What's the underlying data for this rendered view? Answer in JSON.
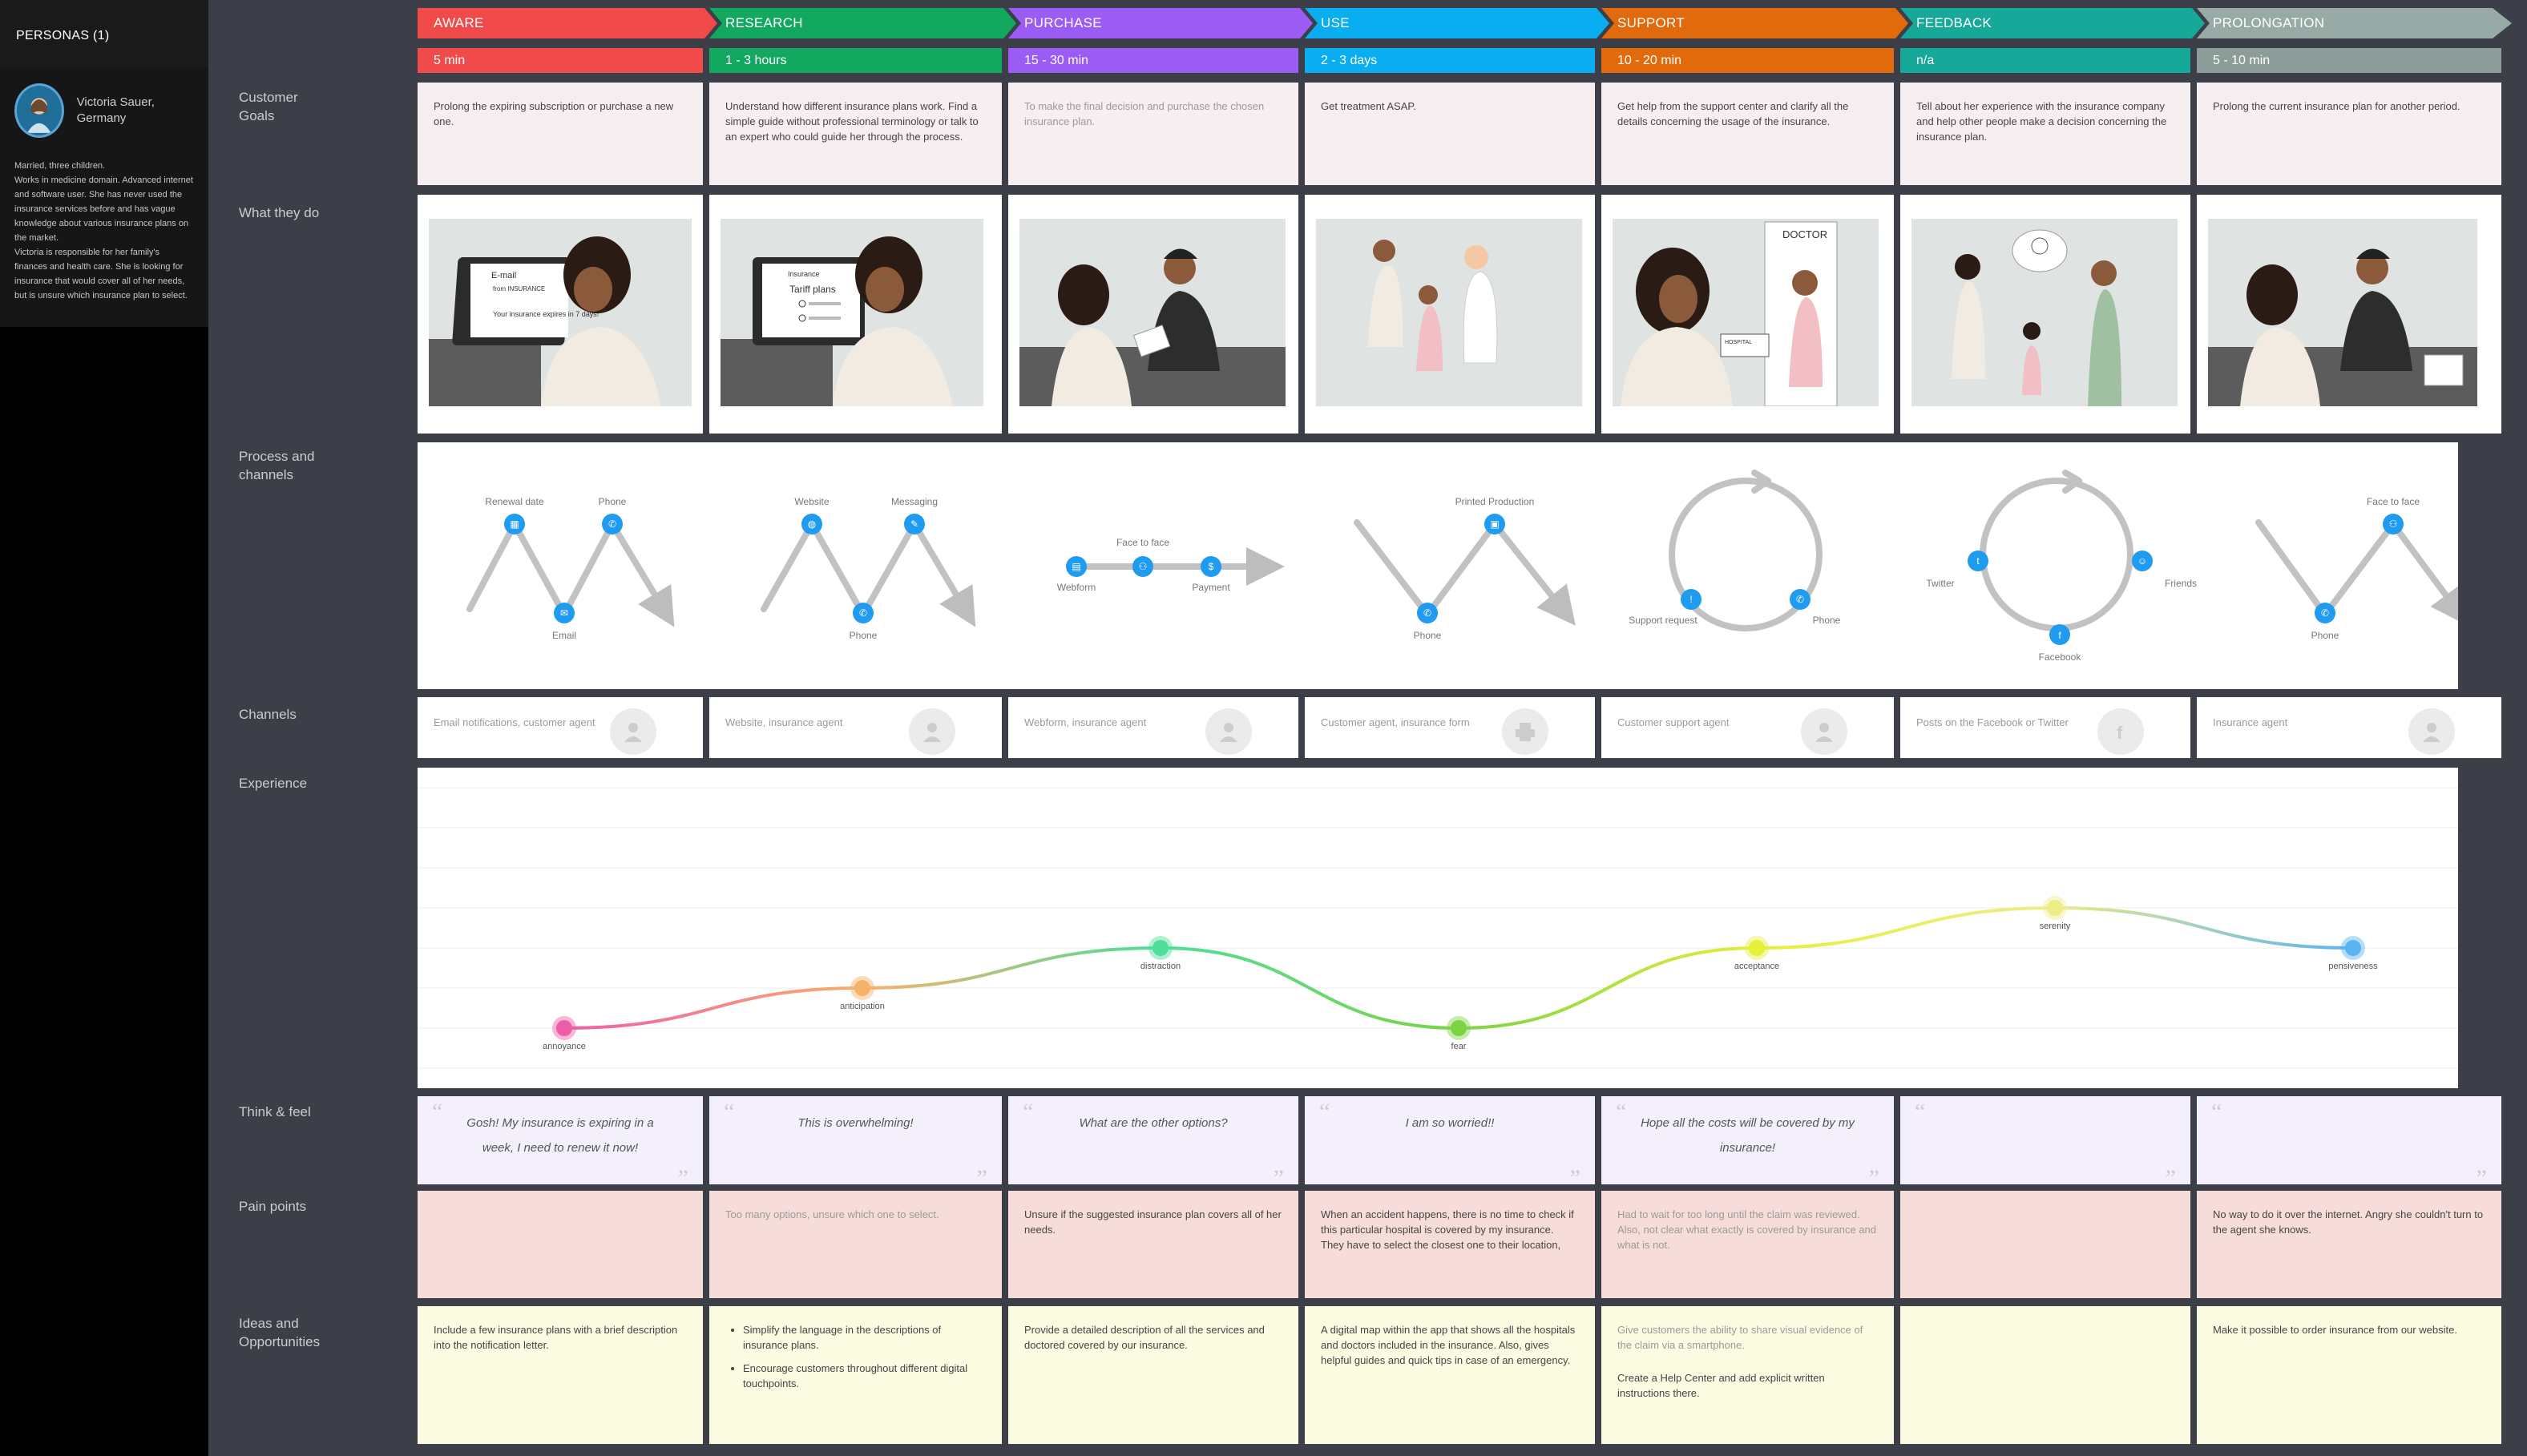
{
  "sidebar": {
    "title": "PERSONAS (1)",
    "persona_name": "Victoria Sauer, Germany",
    "persona_desc": "Married, three children.\nWorks in medicine domain. Advanced internet and software user. She has never used the insurance services before and has vague knowledge about various insurance plans on the market.\nVictoria is responsible for her family's finances and health care. She is looking for insurance that would cover all of her needs, but is unsure which insurance plan to select."
  },
  "row_labels": {
    "goals": "Customer\nGoals",
    "do": "What they do",
    "process": "Process and\nchannels",
    "channels": "Channels",
    "experience": "Experience",
    "think": "Think & feel",
    "pain": "Pain points",
    "ideas": "Ideas and\nOpportunities"
  },
  "stages": [
    {
      "name": "AWARE",
      "duration": "5 min",
      "color": "#f04a4a",
      "dur_color": "#f04a4a",
      "goal": "Prolong the expiring subscription or purchase a new one.",
      "channels": "Email notifications, customer agent",
      "channel_icon": "user-icon",
      "think": "Gosh! My insurance is expiring in a week, I need to renew it now!",
      "pain": "",
      "ideas_p": [
        "Include a few insurance plans with a brief description into the notification letter."
      ]
    },
    {
      "name": "RESEARCH",
      "duration": "1 - 3 hours",
      "color": "#13a85f",
      "dur_color": "#13a85f",
      "goal": "Understand how different insurance plans work. Find a simple guide without professional terminology or talk to an expert who could guide her through the process.",
      "channels": "Website, insurance agent",
      "channel_icon": "user-icon",
      "think": "This is overwhelming!",
      "pain": "Too many options, unsure which one to select.",
      "ideas_li": [
        "Simplify the language in the descriptions of insurance plans.",
        "Encourage customers throughout different digital touchpoints."
      ]
    },
    {
      "name": "PURCHASE",
      "duration": "15 - 30 min",
      "color": "#9b5cf5",
      "dur_color": "#9b5cf5",
      "goal": "To make the final decision and purchase the chosen insurance plan.",
      "channels": "Webform, insurance agent",
      "channel_icon": "user-icon",
      "think": "What are the other options?",
      "pain": "Unsure if the suggested insurance plan covers all of her needs.",
      "ideas_p": [
        "Provide a detailed description of all the services and doctored covered by our insurance."
      ]
    },
    {
      "name": "USE",
      "duration": "2 - 3 days",
      "color": "#0aaef0",
      "dur_color": "#0aaef0",
      "goal": "Get treatment ASAP.",
      "channels": "Customer agent, insurance form",
      "channel_icon": "printer-icon",
      "think": "I am so worried!!",
      "pain": "When an accident happens, there is no time to check if this particular hospital is covered by my insurance. They have to select the closest one to their location,",
      "ideas_p": [
        "A digital map within the app that shows all the hospitals and doctors included in the insurance. Also, gives helpful guides and quick tips in case of an emergency."
      ]
    },
    {
      "name": "SUPPORT",
      "duration": "10 - 20 min",
      "color": "#e06a0c",
      "dur_color": "#e06a0c",
      "goal": "Get help from the support center and clarify all the details concerning the usage of the insurance.",
      "channels": "Customer support agent",
      "channel_icon": "user-icon",
      "think": "Hope all the costs will be covered by my insurance!",
      "pain": "Had to wait for too long until the claim was reviewed. Also, not clear what exactly is covered by insurance and what is not.",
      "ideas_p": [
        "Give customers the ability to share visual evidence of the claim via a smartphone.",
        "Create a Help Center and add explicit written instructions there."
      ]
    },
    {
      "name": "FEEDBACK",
      "duration": "n/a",
      "color": "#16a99a",
      "dur_color": "#16a99a",
      "goal": "Tell about her experience with the insurance company and help other people make a decision concerning the insurance plan.",
      "channels": "Posts on the Facebook or Twitter",
      "channel_icon": "facebook-icon",
      "think": "",
      "pain": "",
      "ideas_p": []
    },
    {
      "name": "PROLONGATION",
      "duration": "5 - 10 min",
      "color": "#97aaa6",
      "dur_color": "#8c9c98",
      "goal": "Prolong the current insurance plan for another period.",
      "channels": "Insurance agent",
      "channel_icon": "user-icon",
      "think": "",
      "pain": "No way to do it over the internet. Angry she couldn't turn to the agent she knows.",
      "ideas_p": [
        "Make it possible to order insurance from our website."
      ]
    }
  ],
  "process": [
    [
      "Renewal date",
      "Phone",
      "Email"
    ],
    [
      "Website",
      "Messaging",
      "Phone"
    ],
    [
      "Face to face",
      "Webform",
      "Payment"
    ],
    [
      "Printed Production",
      "Phone"
    ],
    [
      "Support request",
      "Phone"
    ],
    [
      "Twitter",
      "Friends",
      "Facebook"
    ],
    [
      "Face to face",
      "Phone"
    ]
  ],
  "illustration_text": {
    "email_title": "E-mail",
    "email_from": "from INSURANCE",
    "email_body": "Your insurance expires in 7 days!",
    "tariff_site": "Insurance",
    "tariff_title": "Tariff plans",
    "doctor": "DOCTOR",
    "hospital": "HOSPITAL"
  },
  "experience": {
    "points": [
      {
        "label": "annoyance",
        "level": 3,
        "color": "#ef5da8"
      },
      {
        "label": "anticipation",
        "level": 4,
        "color": "#f5b26b"
      },
      {
        "label": "distraction",
        "level": 5,
        "color": "#4fdd9a"
      },
      {
        "label": "fear",
        "level": 3,
        "color": "#7cd444"
      },
      {
        "label": "acceptance",
        "level": 5,
        "color": "#e7ef3a"
      },
      {
        "label": "serenity",
        "level": 6,
        "color": "#eded88"
      },
      {
        "label": "pensiveness",
        "level": 5,
        "color": "#59b3f0"
      }
    ]
  }
}
